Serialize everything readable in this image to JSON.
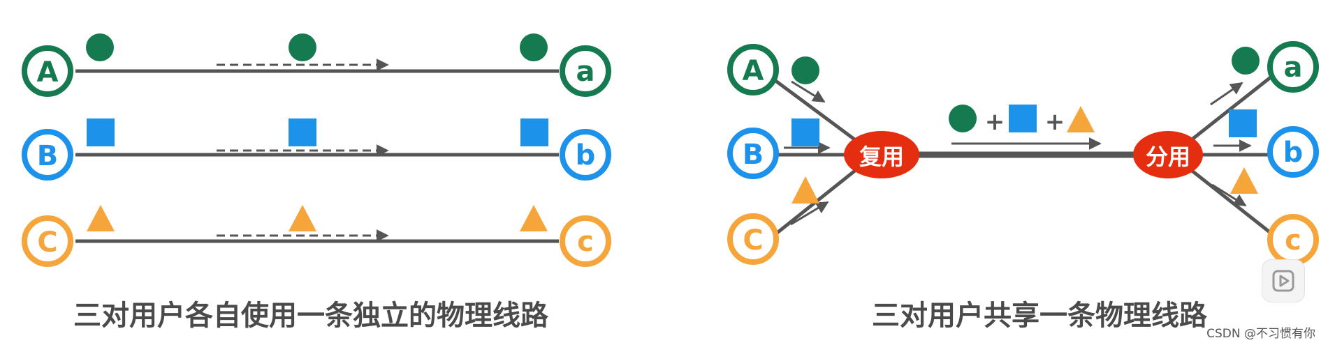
{
  "colors": {
    "green": "#157a4f",
    "blue": "#1d92eb",
    "orange": "#f5a53a",
    "red": "#e52d0f",
    "line": "#555555"
  },
  "left_panel": {
    "senders": [
      "A",
      "B",
      "C"
    ],
    "receivers": [
      "a",
      "b",
      "c"
    ],
    "caption": "三对用户各自使用一条独立的物理线路"
  },
  "right_panel": {
    "senders": [
      "A",
      "B",
      "C"
    ],
    "receivers": [
      "a",
      "b",
      "c"
    ],
    "mux_label": "复用",
    "demux_label": "分用",
    "plus_1": "+",
    "plus_2": "+",
    "caption": "三对用户共享一条物理线路"
  },
  "watermark": "CSDN @不习惯有你",
  "icons": [
    "circle-shape",
    "square-shape",
    "triangle-shape",
    "arrow-icon",
    "play-icon"
  ]
}
